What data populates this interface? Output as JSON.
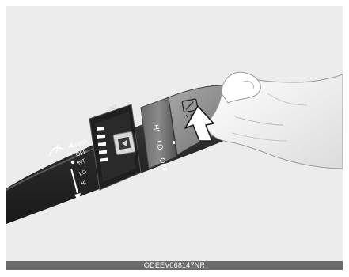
{
  "caption": "ODEEV068147NR",
  "stalk": {
    "wiper_positions": [
      "MIST",
      "OFF",
      "INT",
      "LO",
      "HI"
    ],
    "int_ring_label": "INT",
    "rear_ring_positions": [
      "HI",
      "LO",
      "OFF"
    ]
  },
  "colors": {
    "background": "#ececec",
    "caption_bar": "#6b6b6b",
    "stalk_body": "#2d2d2d",
    "hand": "#f6f6f6",
    "arrow": "#ffffff"
  }
}
